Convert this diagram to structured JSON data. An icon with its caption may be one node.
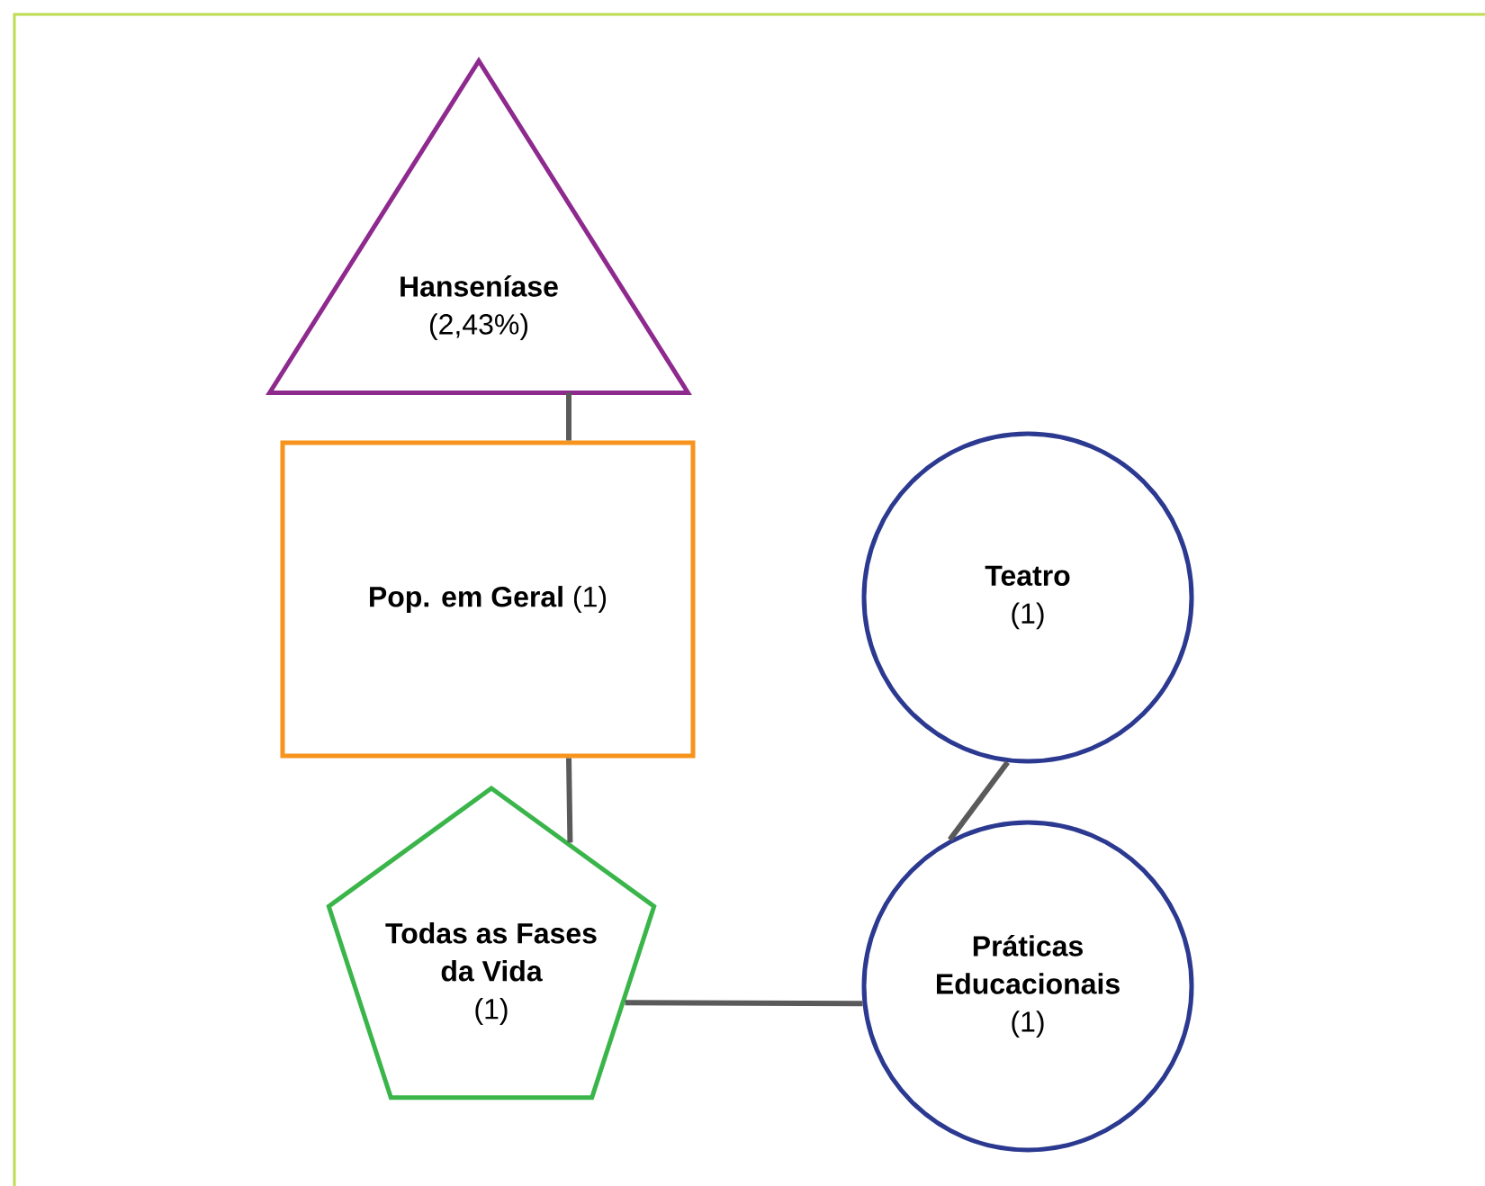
{
  "diagram": {
    "nodes": [
      {
        "text": [
          "Hanseníase",
          "(2,43%)"
        ]
      },
      {
        "text": [
          "**Pop. em Geral** (1)"
        ]
      },
      {
        "text": [
          "Todas as Fases da Vida",
          "(1)"
        ]
      },
      {
        "text": [
          "Teatro",
          "(1)"
        ]
      },
      {
        "text": [
          "Práticas Educacionais",
          "(1)"
        ]
      }
    ],
    "edges": [
      {
        "from": 0,
        "to": 1,
        "arrow": "none"
      },
      {
        "from": 1,
        "to": 2,
        "arrow": "none"
      },
      {
        "from": 3,
        "to": 4,
        "arrow": "none"
      },
      {
        "from": 4,
        "to": 2,
        "arrow": "none"
      }
    ]
  }
}
